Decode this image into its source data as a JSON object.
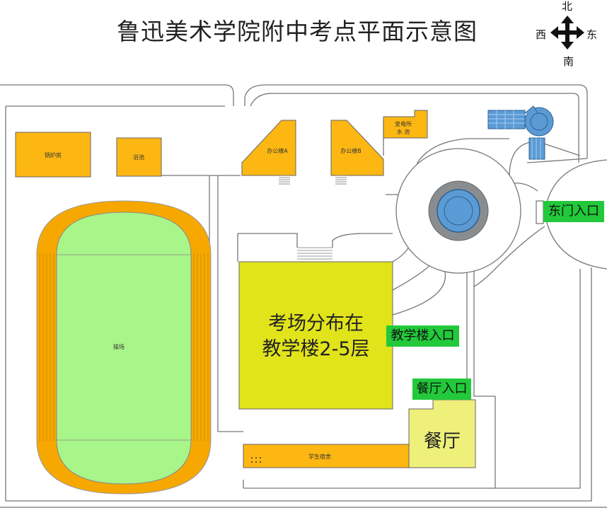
{
  "title": "鲁迅美术学院附中考点平面示意图",
  "compass": {
    "north": "北",
    "south": "南",
    "east": "东",
    "west": "西"
  },
  "buildings": {
    "boiler_room": "锅炉房",
    "bathhouse": "浴池",
    "office_a": "办公楼A",
    "office_b": "办公楼B",
    "substation_line1": "变电所",
    "substation_line2": "水 池",
    "playground": "操场",
    "dormitory": "学生宿舍",
    "teaching_building_line1": "考场分布在",
    "teaching_building_line2": "教学楼2-5层",
    "canteen": "餐厅"
  },
  "entrances": {
    "east_gate": "东门入口",
    "teaching_building_entrance": "教学楼入口",
    "canteen_entrance": "餐厅入口"
  },
  "colors": {
    "building": "#fdb713",
    "teaching_building": "#e1e31b",
    "canteen": "#eef07a",
    "track": "#f6a800",
    "field": "#a8f58a",
    "entrance_label": "#22c93a",
    "fountain": "#5b9bd5"
  }
}
